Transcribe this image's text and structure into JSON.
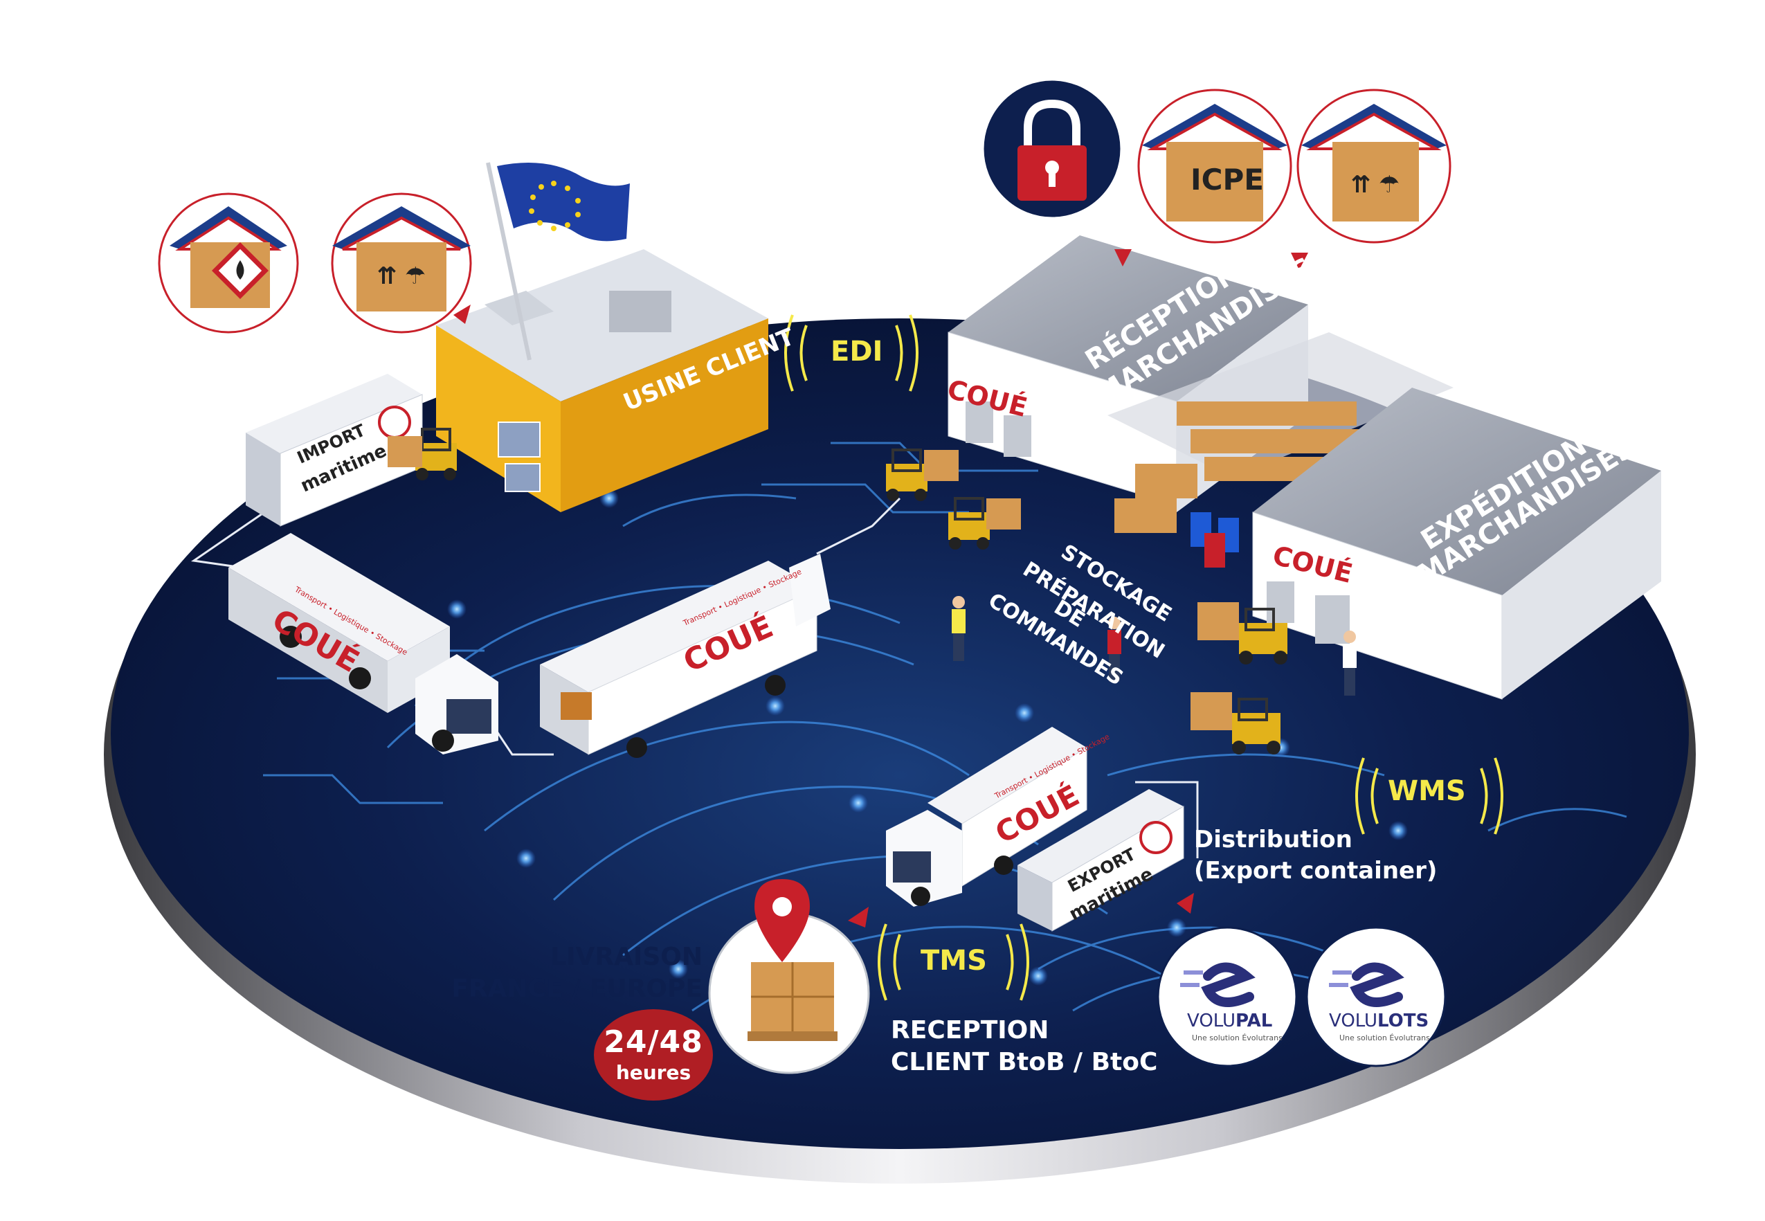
{
  "colors": {
    "navy": "#0d1f4e",
    "deep_navy": "#081537",
    "circuit_blue": "#3f8fe6",
    "accent_red": "#c8202a",
    "yellow": "#f5e94a",
    "warehouse_grey": "#9aa0ab",
    "factory_yellow": "#f2b51d",
    "crate_tan": "#d69a52"
  },
  "labels": {
    "usine_client": "USINE CLIENT",
    "edi": "EDI",
    "reception_line1": "RÉCEPTION",
    "reception_line2": "MARCHANDISES",
    "expedition_line1": "EXPÉDITION",
    "expedition_line2": "MARCHANDISES",
    "stockage_1": "STOCKAGE",
    "stockage_2": "PRÉPARATION",
    "stockage_3": "DE",
    "stockage_4": "COMMANDES",
    "wms": "WMS",
    "tms": "TMS",
    "distribution_1": "Distribution",
    "distribution_2": "(Export container)",
    "livraison_1": "LIVRAISON",
    "livraison_2": "FRANCE / EUROPE",
    "badge_big": "24/48",
    "badge_small": "heures",
    "reception_client_1": "RECEPTION",
    "reception_client_2": "CLIENT BtoB / BtoC",
    "icpe": "ICPE",
    "import_1": "IMPORT",
    "import_2": "maritime",
    "export_1": "EXPORT",
    "export_2": "maritime",
    "truck_brand": "COUÉ",
    "truck_tagline": "Transport • Logistique • Stockage",
    "volupal_a": "VOLU",
    "volupal_b": "PAL",
    "volupal_tag": "Une solution Évolutrans",
    "volulots_a": "VOLU",
    "volulots_b": "LOTS",
    "volulots_tag": "Une solution Évolutrans"
  },
  "icons": {
    "hazard": "flammable-hazard-icon",
    "fragile": "fragile-box-icon",
    "lock": "padlock-icon",
    "pin": "location-pin-icon",
    "flag": "eu-flag-icon"
  }
}
